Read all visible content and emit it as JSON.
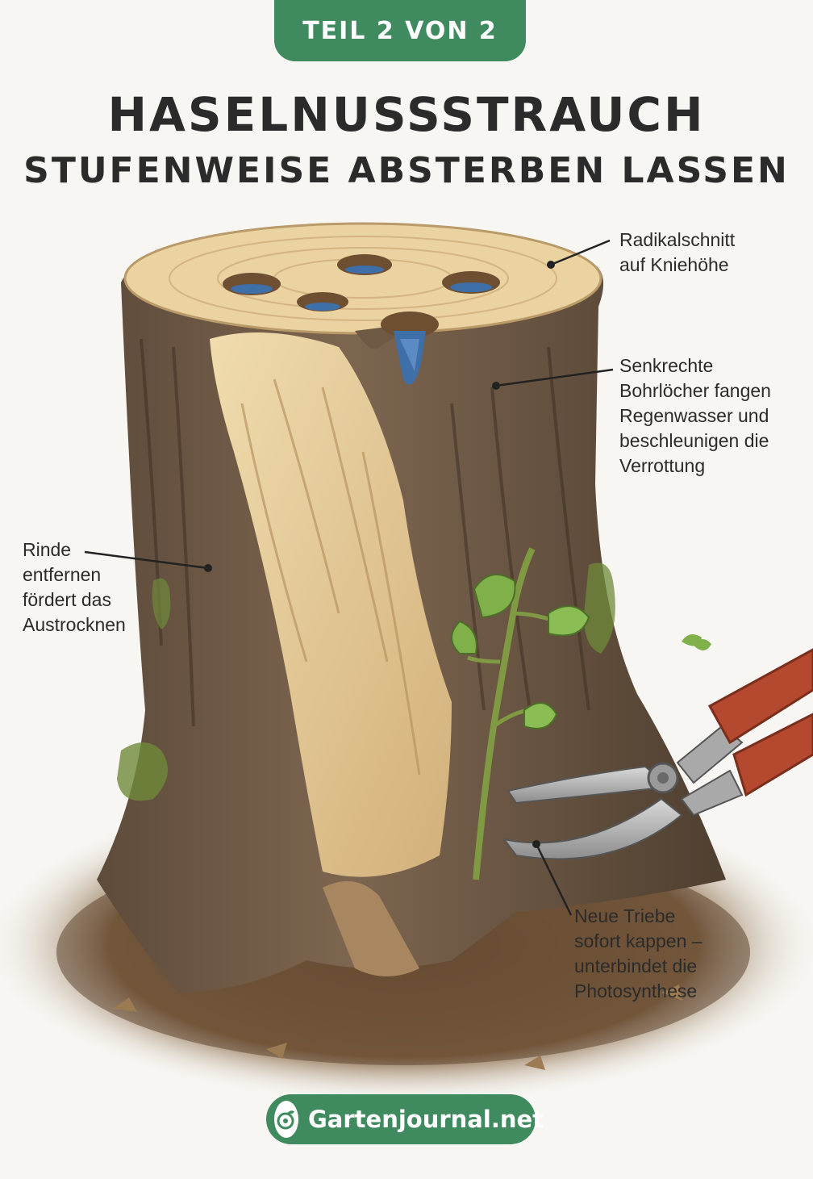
{
  "header": {
    "badge": "TEIL 2 VON 2",
    "title": "HASELNUSSSTRAUCH",
    "subtitle": "STUFENWEISE ABSTERBEN LASSEN"
  },
  "annotations": {
    "cut": [
      "Radikalschnitt",
      "auf Kniehöhe"
    ],
    "holes": [
      "Senkrechte",
      "Bohrlöcher fangen",
      "Regenwasser und",
      "beschleunigen die",
      "Verrottung"
    ],
    "bark": [
      "Rinde",
      "entfernen",
      "fördert das",
      "Austrocknen"
    ],
    "shoots": [
      "Neue Triebe",
      "sofort kappen –",
      "unterbindet die",
      "Photosynthese"
    ]
  },
  "footer": {
    "site": "Gartenjournal.net"
  },
  "colors": {
    "brand_green": "#3f8a5e",
    "text_dark": "#2b2b2b",
    "wood_light": "#e7cf9c",
    "bark_brown": "#6e5a45",
    "water_blue": "#3f6fa8",
    "handle_red": "#b5492f"
  },
  "icons": {
    "footer_logo": "snail-leaf-icon"
  }
}
